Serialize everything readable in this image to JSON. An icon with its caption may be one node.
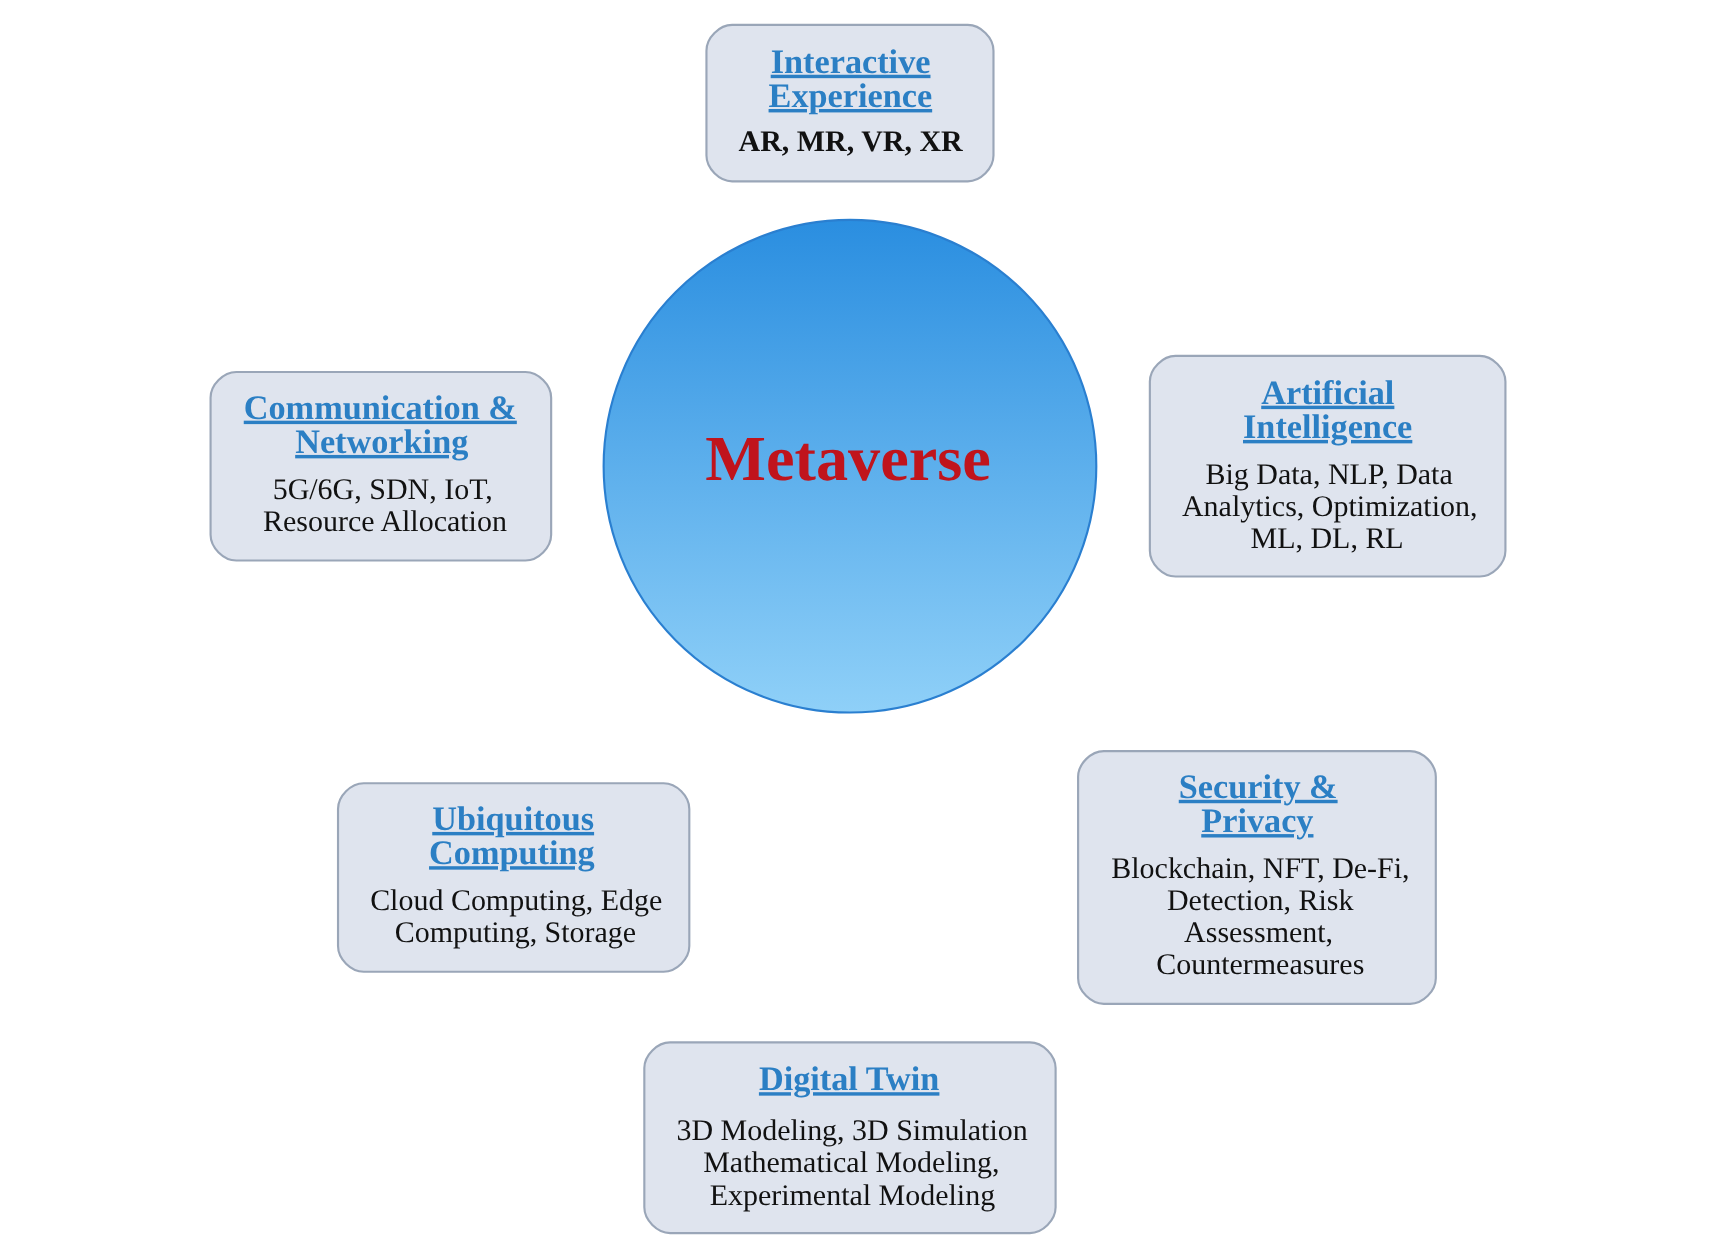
{
  "diagram": {
    "nodes": [
      {
        "text": [
          "Interactive Experience",
          "AR, MR, VR, XR"
        ]
      },
      {
        "text": [
          "Communication & Networking",
          "5G/6G, SDN, IoT, Resource Allocation"
        ]
      },
      {
        "text": [
          "Artificial Intelligence",
          "Big Data, NLP, Data Analytics, Optimization, ML, DL, RL"
        ]
      },
      {
        "text": [
          "Metaverse"
        ]
      },
      {
        "text": [
          "Ubiquitous Computing",
          "Cloud Computing, Edge Computing, Storage"
        ]
      },
      {
        "text": [
          "Security & Privacy",
          "Blockchain, NFT, De-Fi, Detection, Risk Assessment, Countermeasures"
        ]
      },
      {
        "text": [
          "Digital Twin",
          "3D Modeling, 3D Simulation Mathematical Modeling, Experimental Modeling"
        ]
      }
    ]
  }
}
